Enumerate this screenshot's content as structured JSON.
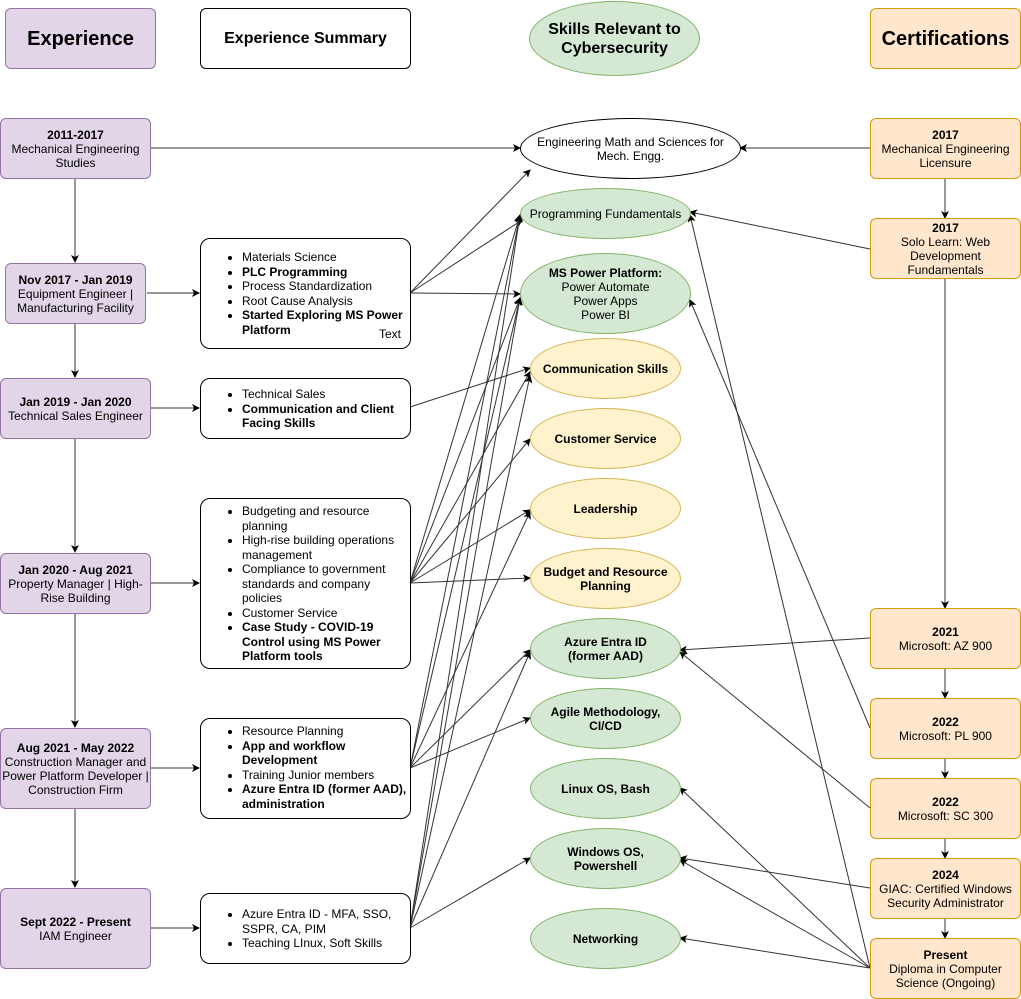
{
  "headers": {
    "experience": "Experience",
    "summary": "Experience Summary",
    "skills": "Skills Relevant to Cybersecurity",
    "certifications": "Certifications"
  },
  "experience": [
    {
      "period": "2011-2017",
      "role": "Mechanical Engineering Studies"
    },
    {
      "period": "Nov 2017 - Jan 2019",
      "role": "Equipment Engineer | Manufacturing Facility"
    },
    {
      "period": "Jan 2019 - Jan 2020",
      "role": "Technical Sales Engineer"
    },
    {
      "period": "Jan 2020 - Aug 2021",
      "role": "Property Manager | High-Rise Building"
    },
    {
      "period": "Aug 2021 - May 2022",
      "role": "Construction Manager and Power Platform Developer | Construction Firm"
    },
    {
      "period": "Sept 2022 - Present",
      "role": "IAM Engineer"
    }
  ],
  "summaries": [
    {
      "items": [
        {
          "text": "Materials Science",
          "bold": false
        },
        {
          "text": "PLC Programming",
          "bold": true
        },
        {
          "text": "Process Standardization",
          "bold": false
        },
        {
          "text": "Root Cause Analysis",
          "bold": false
        },
        {
          "text": "Started Exploring MS Power Platform",
          "bold": true
        }
      ],
      "extra": "Text"
    },
    {
      "items": [
        {
          "text": "Technical Sales",
          "bold": false
        },
        {
          "text": "Communication and Client Facing Skills",
          "bold": true
        }
      ]
    },
    {
      "items": [
        {
          "text": "Budgeting and resource planning",
          "bold": false
        },
        {
          "text": "High-rise building operations management",
          "bold": false
        },
        {
          "text": "Compliance to government standards and company policies",
          "bold": false
        },
        {
          "text": "Customer Service",
          "bold": false
        },
        {
          "text": "Case Study - COVID-19 Control using MS Power Platform tools",
          "bold": true
        }
      ]
    },
    {
      "items": [
        {
          "text": "Resource Planning",
          "bold": false
        },
        {
          "text": "App and workflow Development",
          "bold": true
        },
        {
          "text": "Training Junior members",
          "bold": false
        },
        {
          "text": "Azure Entra ID (former AAD), administration",
          "bold": true
        }
      ]
    },
    {
      "items": [
        {
          "text": "Azure Entra ID - MFA, SSO, SSPR, CA, PIM",
          "bold": false
        },
        {
          "text": "Teaching LInux, Soft Skills",
          "bold": false
        }
      ]
    }
  ],
  "skills": [
    {
      "id": "eng",
      "title": "",
      "lines": [
        "Engineering Math and Sciences for Mech. Engg."
      ],
      "style": "white"
    },
    {
      "id": "prog",
      "title": "",
      "lines": [
        "Programming Fundamentals"
      ],
      "style": "green"
    },
    {
      "id": "power",
      "title": "MS Power Platform:",
      "lines": [
        "Power Automate",
        "Power Apps",
        "Power BI"
      ],
      "style": "green"
    },
    {
      "id": "comm",
      "title": "Communication Skills",
      "lines": [],
      "style": "yellow"
    },
    {
      "id": "cust",
      "title": "Customer Service",
      "lines": [],
      "style": "yellow"
    },
    {
      "id": "lead",
      "title": "Leadership",
      "lines": [],
      "style": "yellow"
    },
    {
      "id": "budget",
      "title": "Budget and Resource Planning",
      "lines": [],
      "style": "yellow"
    },
    {
      "id": "entra",
      "title": "Azure Entra ID (former AAD)",
      "lines": [],
      "style": "green"
    },
    {
      "id": "agile",
      "title": "Agile Methodology, CI/CD",
      "lines": [],
      "style": "green"
    },
    {
      "id": "linux",
      "title": "Linux OS, Bash",
      "lines": [],
      "style": "green"
    },
    {
      "id": "windows",
      "title": "Windows OS, Powershell",
      "lines": [],
      "style": "green"
    },
    {
      "id": "net",
      "title": "Networking",
      "lines": [],
      "style": "green"
    }
  ],
  "certifications": [
    {
      "year": "2017",
      "name": "Mechanical Engineering Licensure"
    },
    {
      "year": "2017",
      "name": "Solo Learn: Web Development Fundamentals"
    },
    {
      "year": "2021",
      "name": "Microsoft: AZ 900"
    },
    {
      "year": "2022",
      "name": "Microsoft: PL 900"
    },
    {
      "year": "2022",
      "name": "Microsoft: SC 300"
    },
    {
      "year": "2024",
      "name": "GIAC: Certified Windows Security Administrator"
    },
    {
      "year": "Present",
      "name": "Diploma in Computer Science (Ongoing)"
    }
  ],
  "colors": {
    "experience": "#e1d5e7",
    "certification": "#ffe6cc",
    "skill_technical": "#d5e8d4",
    "skill_soft": "#fff2cc"
  }
}
